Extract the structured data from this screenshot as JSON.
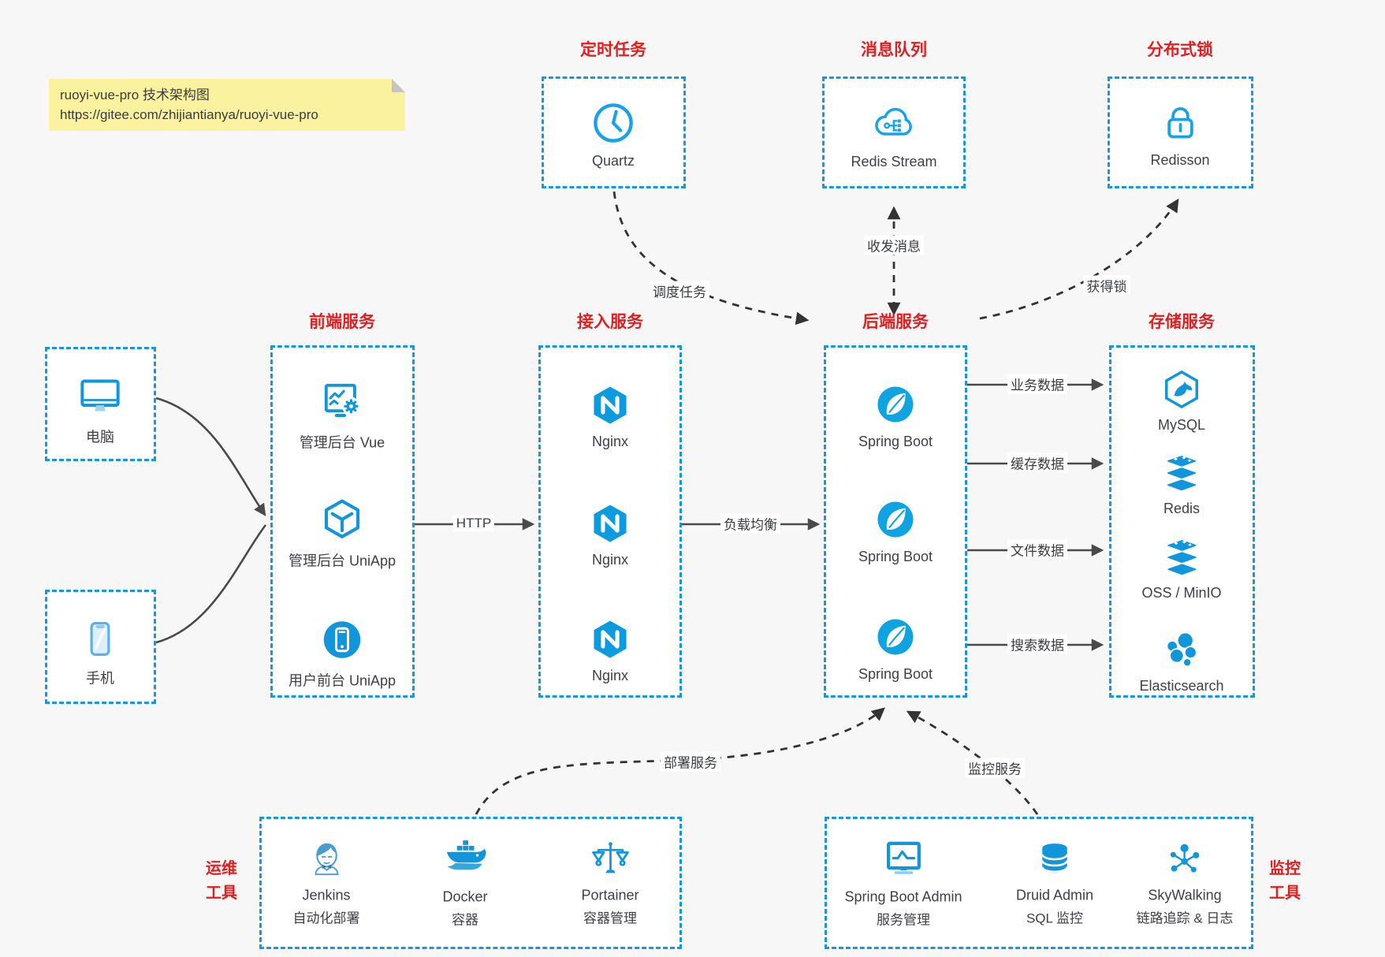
{
  "note": {
    "line1": "ruoyi-vue-pro 技术架构图",
    "line2": "https://gitee.com/zhijiantianya/ruoyi-vue-pro"
  },
  "groups": {
    "scheduler": {
      "title": "定时任务",
      "item": "Quartz"
    },
    "mq": {
      "title": "消息队列",
      "item": "Redis Stream"
    },
    "lock": {
      "title": "分布式锁",
      "item": "Redisson"
    },
    "devices": {
      "computer": "电脑",
      "phone": "手机"
    },
    "frontend": {
      "title": "前端服务",
      "items": [
        "管理后台 Vue",
        "管理后台 UniApp",
        "用户前台 UniApp"
      ]
    },
    "gateway": {
      "title": "接入服务",
      "items": [
        "Nginx",
        "Nginx",
        "Nginx"
      ]
    },
    "backend": {
      "title": "后端服务",
      "items": [
        "Spring Boot",
        "Spring Boot",
        "Spring Boot"
      ]
    },
    "storage": {
      "title": "存储服务",
      "items": [
        "MySQL",
        "Redis",
        "OSS / MinIO",
        "Elasticsearch"
      ]
    },
    "ops": {
      "title_line1": "运维",
      "title_line2": "工具",
      "items": [
        {
          "name": "Jenkins",
          "desc": "自动化部署"
        },
        {
          "name": "Docker",
          "desc": "容器"
        },
        {
          "name": "Portainer",
          "desc": "容器管理"
        }
      ]
    },
    "monitoring": {
      "title_line1": "监控",
      "title_line2": "工具",
      "items": [
        {
          "name": "Spring Boot Admin",
          "desc": "服务管理"
        },
        {
          "name": "Druid Admin",
          "desc": "SQL 监控"
        },
        {
          "name": "SkyWalking",
          "desc": "链路追踪 & 日志"
        }
      ]
    }
  },
  "edges": {
    "http": "HTTP",
    "load_balance": "负载均衡",
    "schedule_task": "调度任务",
    "send_receive_message": "收发消息",
    "acquire_lock": "获得锁",
    "business_data": "业务数据",
    "cache_data": "缓存数据",
    "file_data": "文件数据",
    "search_data": "搜索数据",
    "deploy_service": "部署服务",
    "monitor_service": "监控服务"
  },
  "colors": {
    "accent_blue": "#1499e0",
    "title_red": "#e02020",
    "note_bg": "#fbf2a0",
    "arrow_gray": "#4a4a4a"
  }
}
